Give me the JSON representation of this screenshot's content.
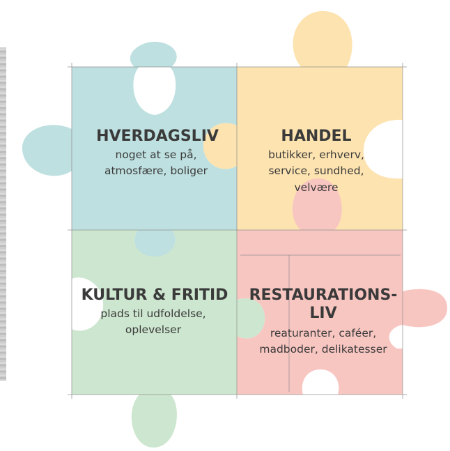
{
  "pieces": {
    "hverdagsliv": {
      "title": "HVERDAGSLIV",
      "sub_line_1": "noget at se på,",
      "sub_line_2": "atmosfære, boliger",
      "color": "#bfe0e0"
    },
    "handel": {
      "title": "HANDEL",
      "sub_line_1": "butikker, erhverv,",
      "sub_line_2": "service, sundhed,",
      "sub_line_3": "velvære",
      "color": "#fde3b0"
    },
    "kultur": {
      "title": "KULTUR & FRITID",
      "sub_line_1": "plads til udfoldelse,",
      "sub_line_2": "oplevelser",
      "color": "#cde6cf"
    },
    "restaurationsliv": {
      "title_line_1": "RESTAURATIONS-",
      "title_line_2": "LIV",
      "sub_line_1": "reaturanter, caféer,",
      "sub_line_2": "madboder, delikatesser",
      "color": "#f8c6c1"
    }
  }
}
